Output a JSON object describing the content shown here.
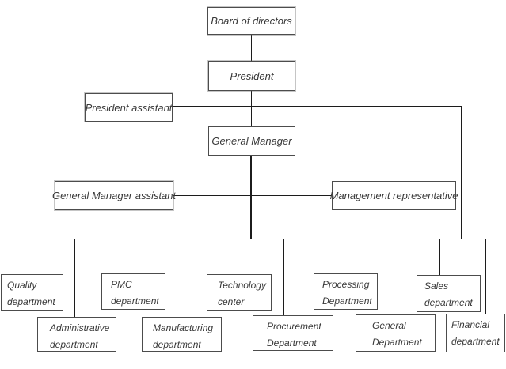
{
  "org": {
    "nodes": {
      "board": {
        "label": "Board of directors"
      },
      "president": {
        "label": "President"
      },
      "president_assistant": {
        "label": "President assistant"
      },
      "general_manager": {
        "label": "General Manager"
      },
      "gm_assistant": {
        "label": "General Manager assistant"
      },
      "management_representative": {
        "label": "Management representative"
      },
      "quality": {
        "label": "Quality department"
      },
      "administrative": {
        "label": "Administrative department"
      },
      "pmc": {
        "label": "PMC department"
      },
      "manufacturing": {
        "label": "Manufacturing department"
      },
      "technology": {
        "label": "Technology center"
      },
      "procurement": {
        "label": "Procurement Department"
      },
      "processing": {
        "label": "Processing Department"
      },
      "general": {
        "label": "General Department"
      },
      "sales": {
        "label": "Sales department"
      },
      "financial": {
        "label": "Financial department"
      }
    },
    "colors": {
      "line": "#1c1c1c",
      "box_border": "#4c4c4c",
      "text": "#383838",
      "background": "#ffffff"
    }
  }
}
